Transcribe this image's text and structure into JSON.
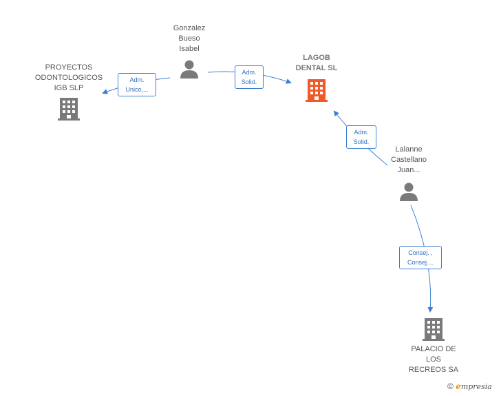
{
  "nodes": {
    "gonzalez": {
      "label": "Gonzalez\nBueso\nIsabel",
      "type": "person"
    },
    "proyectos": {
      "label": "PROYECTOS\nODONTOLOGICOS\nIGB  SLP",
      "type": "company"
    },
    "lagob": {
      "label": "LAGOB\nDENTAL  SL",
      "type": "company-focus"
    },
    "lalanne": {
      "label": "Lalanne\nCastellano\nJuan...",
      "type": "person"
    },
    "palacio": {
      "label": "PALACIO DE\nLOS\nRECREOS SA",
      "type": "company"
    }
  },
  "edges": {
    "e1": {
      "label": "Adm.\nUnico,..."
    },
    "e2": {
      "label": "Adm.\nSolid."
    },
    "e3": {
      "label": "Adm.\nSolid."
    },
    "e4": {
      "label": "Consej. ,\nConsej...."
    }
  },
  "colors": {
    "edge": "#3b7fd0",
    "person": "#7a7a7a",
    "company": "#7a7a7a",
    "focus": "#f05a28"
  },
  "footer": {
    "copyright": "©",
    "brand_initial": "e",
    "brand_rest": "mpresia"
  }
}
